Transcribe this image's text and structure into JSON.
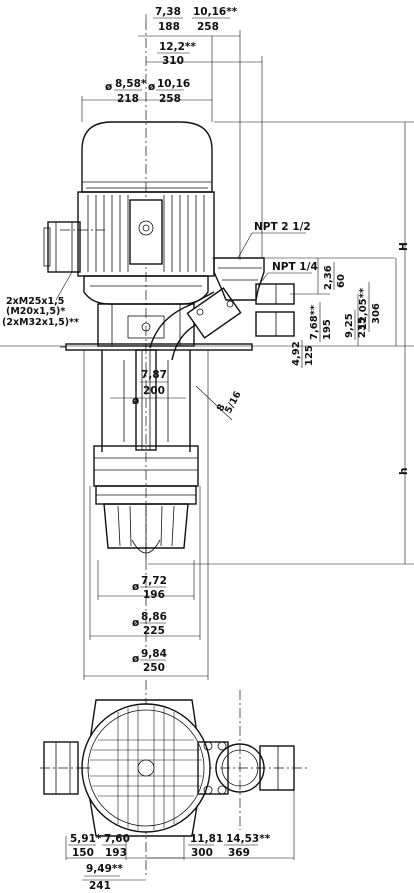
{
  "dims": {
    "top_a_in": "7,38",
    "top_a_mm": "188",
    "top_b_in": "10,16**",
    "top_b_mm": "258",
    "top_c_in": "12,2**",
    "top_c_mm": "310",
    "dia_a_in": "8,58*",
    "dia_a_mm": "218",
    "dia_b_in": "10,16",
    "dia_b_mm": "258",
    "dia_c_in": "7,87",
    "dia_c_mm": "200",
    "dia_d_in": "7,72",
    "dia_d_mm": "196",
    "dia_e_in": "8,86",
    "dia_e_mm": "225",
    "dia_f_in": "9,84",
    "dia_f_mm": "250",
    "angled_dia": "5/16",
    "angled_dia_mm": "8",
    "v1_in": "2,36",
    "v1_mm": "60",
    "v2_in": "12,05**",
    "v2_mm": "306",
    "v3_in": "9,25",
    "v3_mm": "235",
    "v4_in": "7,68**",
    "v4_mm": "195",
    "v5_in": "4,92",
    "v5_mm": "125",
    "bot_a_in": "5,91*",
    "bot_a_mm": "150",
    "bot_b_in": "7,60",
    "bot_b_mm": "193",
    "bot_c_in": "9,49**",
    "bot_c_mm": "241",
    "bot_d_in": "11,81",
    "bot_d_mm": "300",
    "bot_e_in": "14,53**",
    "bot_e_mm": "369"
  },
  "labels": {
    "npt_big": "NPT 2 1/2",
    "npt_small": "NPT 1/4",
    "cable_1": "2xM25x1,5",
    "cable_2": "(M20x1,5)*",
    "cable_3": "(2xM32x1,5)**",
    "height_H": "H",
    "height_h": "h",
    "dia_sym": "ø"
  }
}
